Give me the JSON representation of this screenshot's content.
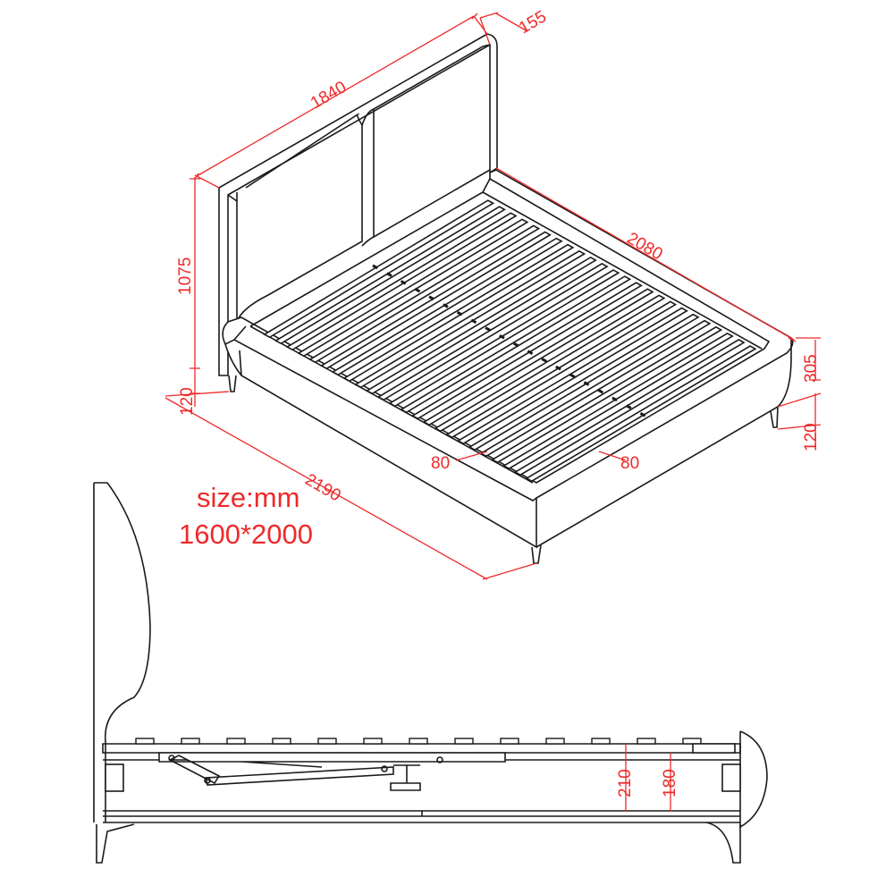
{
  "colors": {
    "line": "#1a1a1a",
    "dimension": "#ee2a2a"
  },
  "annotations": {
    "unit": "size:mm",
    "size": "1600*2000"
  },
  "dimensions": {
    "headboard_width": "1840",
    "headboard_depth": "155",
    "headboard_height": "1075",
    "leg_height_left": "120",
    "total_length": "2190",
    "inner_length": "2080",
    "side_height": "305",
    "leg_height_right": "120",
    "slat_gap_left": "80",
    "slat_gap_right": "80",
    "storage_depth_outer": "210",
    "storage_depth_inner": "180"
  }
}
